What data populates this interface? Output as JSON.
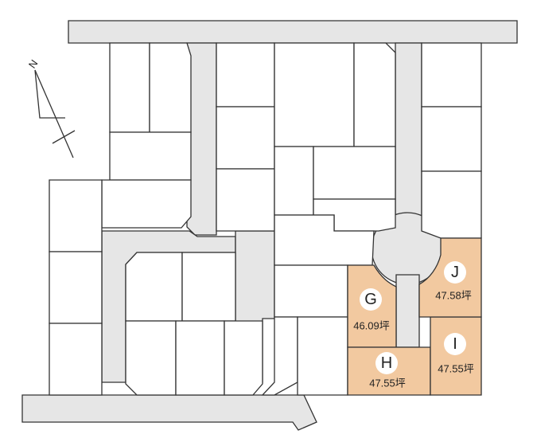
{
  "compass": {
    "label": "N"
  },
  "plots": [
    {
      "id": "G",
      "area": "46.09坪"
    },
    {
      "id": "H",
      "area": "47.55坪"
    },
    {
      "id": "I",
      "area": "47.55坪"
    },
    {
      "id": "J",
      "area": "47.58坪"
    }
  ],
  "colors": {
    "for_sale": "#f2c9a0",
    "road": "#e6e6e6",
    "lot": "#ffffff",
    "outline": "#333333"
  }
}
